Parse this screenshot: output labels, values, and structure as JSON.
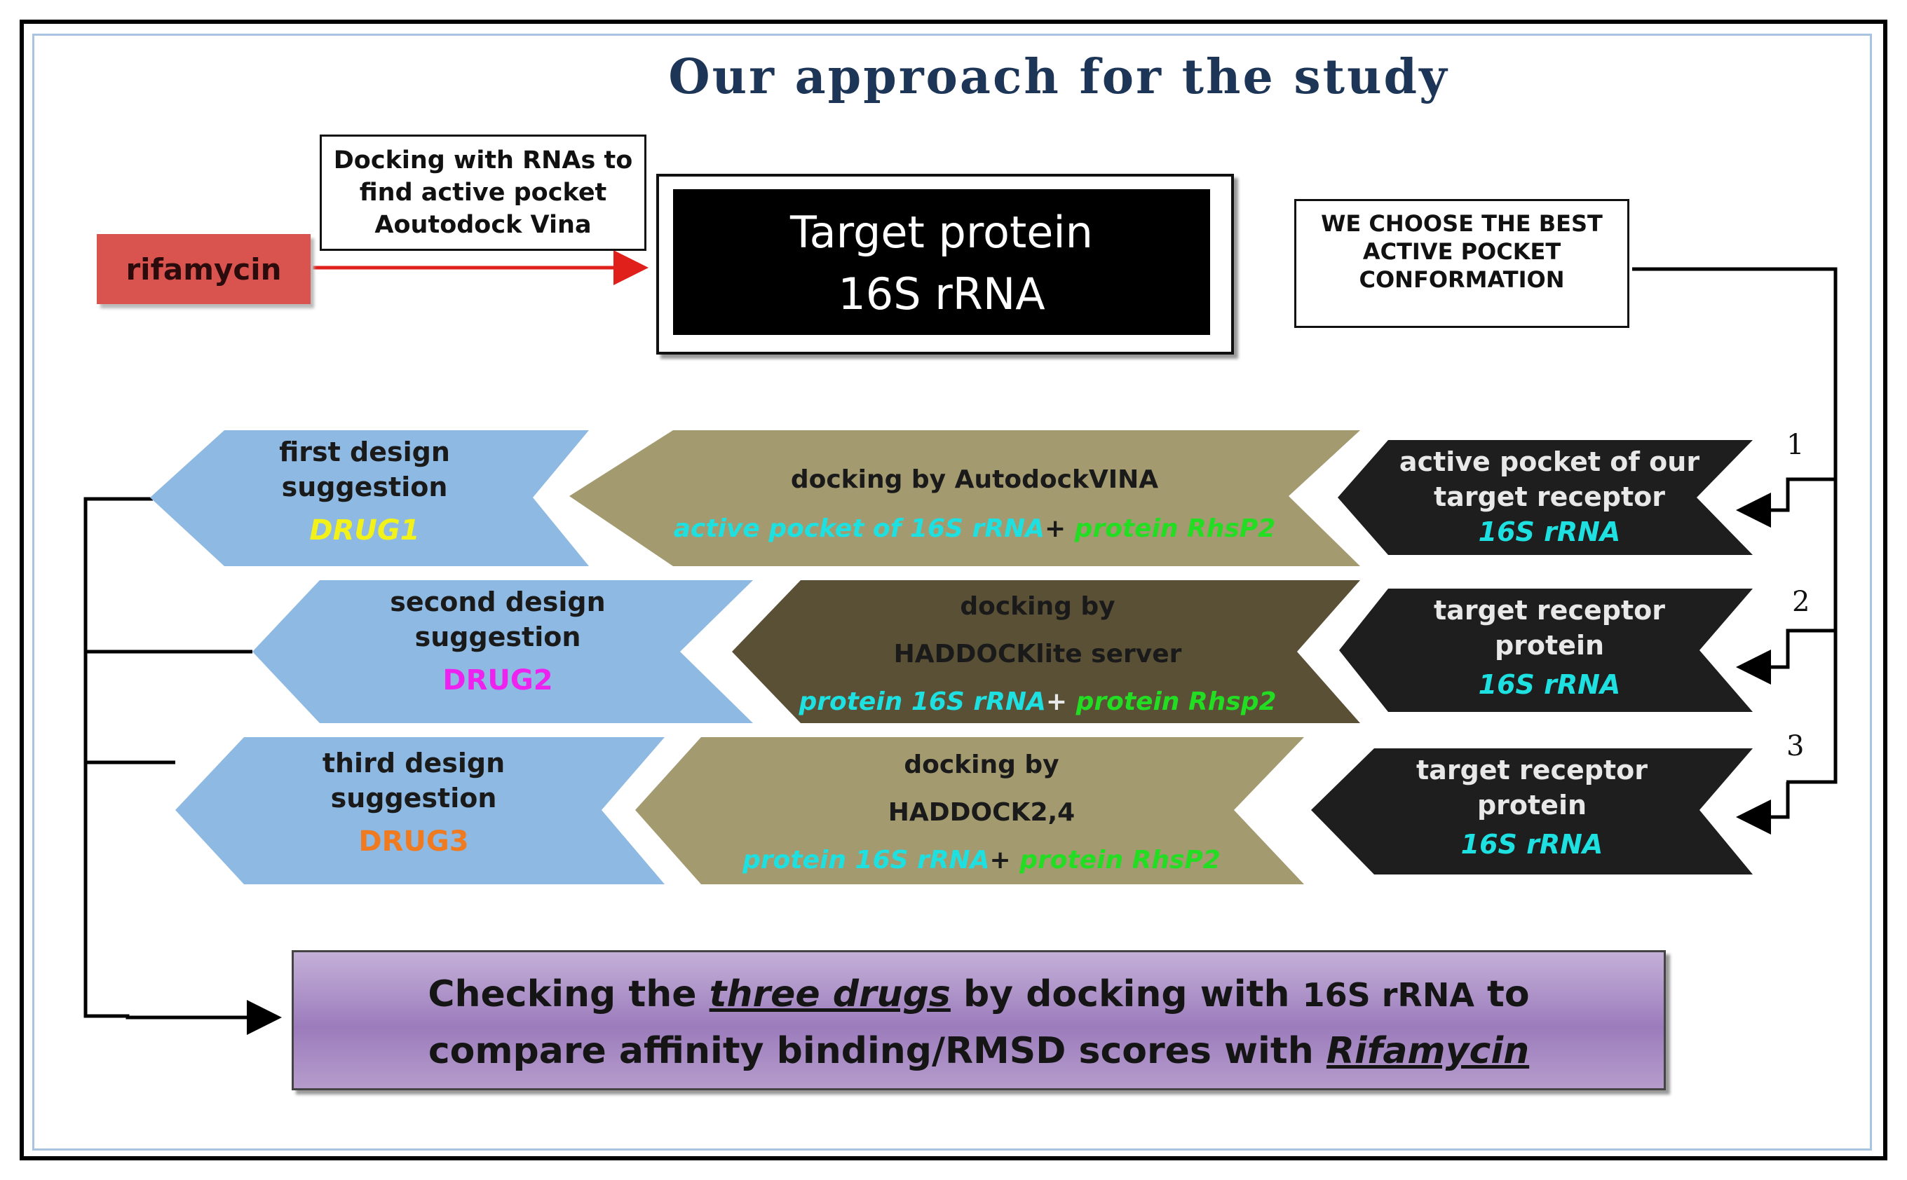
{
  "title": "Our approach for the study",
  "start_box": {
    "label": "rifamycin"
  },
  "docking_note": {
    "line1": "Docking with RNAs to",
    "line2": "find active pocket",
    "line3": "Aoutodock Vina"
  },
  "target_box": {
    "line1": "Target protein",
    "line2": "16S rRNA"
  },
  "choose_box": {
    "line1": "WE CHOOSE THE BEST",
    "line2": "ACTIVE POCKET",
    "line3": "CONFORMATION"
  },
  "rows": [
    {
      "number": "1",
      "receptor": {
        "line1": "active pocket of our",
        "line2": "target receptor",
        "line3": "16S rRNA"
      },
      "docking": {
        "line1": "docking by AutodockVINA",
        "line2": "",
        "part_a": "active pocket of 16S rRNA",
        "plus": "+",
        "part_b": "protein RhsP2"
      },
      "design": {
        "line1": "first design",
        "line2": "suggestion",
        "drug": "DRUG1"
      }
    },
    {
      "number": "2",
      "receptor": {
        "line1": "target receptor",
        "line2": "protein",
        "line3": "16S rRNA"
      },
      "docking": {
        "line1": "docking by",
        "line2": "HADDOCKlite server",
        "part_a": "protein 16S rRNA",
        "plus": "+",
        "part_b": "protein Rhsp2"
      },
      "design": {
        "line1": "second design",
        "line2": "suggestion",
        "drug": "DRUG2"
      }
    },
    {
      "number": "3",
      "receptor": {
        "line1": "target receptor",
        "line2": "protein",
        "line3": "16S rRNA"
      },
      "docking": {
        "line1": "docking by",
        "line2": "HADDOCK2,4",
        "part_a": "protein 16S rRNA",
        "plus": "+",
        "part_b": "protein RhsP2"
      },
      "design": {
        "line1": "third design",
        "line2": "suggestion",
        "drug": "DRUG3"
      }
    }
  ],
  "checking_box": {
    "t1": "Checking the ",
    "t2": "three drugs",
    "t3": " by docking with ",
    "t4": "16S rRNA",
    "t5": " to",
    "t6": "compare affinity binding/RMSD  scores with ",
    "t7": "Rifamycin"
  },
  "colors": {
    "drug1": "#f2f21a",
    "drug2": "#ee22ee",
    "drug3": "#f07a20",
    "design_fill": "#8db9e2",
    "docking_fill_1": "#a39a70",
    "docking_fill_2": "#5a5036",
    "docking_fill_3": "#a39a70",
    "receptor_fill": "#1e1e1e",
    "start_box": "#d9534f",
    "checking_box": "#9c7cbc",
    "title": "#1d3557"
  }
}
